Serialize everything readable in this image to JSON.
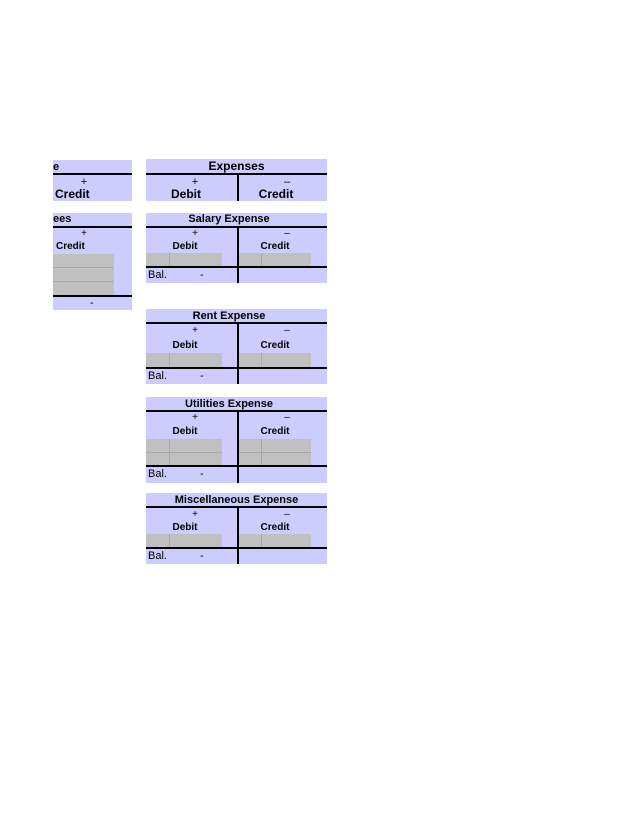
{
  "left_fragment": {
    "header1_fragment": "e",
    "plus": "+",
    "credit1": "Credit",
    "header2_fragment": "ees",
    "plus2": "+",
    "credit2": "Credit",
    "bal_value": "-"
  },
  "expenses": {
    "title": "Expenses",
    "plus": "+",
    "minus": "–",
    "debit": "Debit",
    "credit": "Credit"
  },
  "salary_expense": {
    "title": "Salary Expense",
    "plus": "+",
    "minus": "–",
    "debit": "Debit",
    "credit": "Credit",
    "bal_label": "Bal.",
    "bal_value": "-"
  },
  "rent_expense": {
    "title": "Rent Expense",
    "plus": "+",
    "minus": "–",
    "debit": "Debit",
    "credit": "Credit",
    "bal_label": "Bal.",
    "bal_value": "-"
  },
  "utilities_expense": {
    "title": "Utilities Expense",
    "plus": "+",
    "minus": "–",
    "debit": "Debit",
    "credit": "Credit",
    "bal_label": "Bal.",
    "bal_value": "-"
  },
  "misc_expense": {
    "title": "Miscellaneous Expense",
    "plus": "+",
    "minus": "–",
    "debit": "Debit",
    "credit": "Credit",
    "bal_label": "Bal.",
    "bal_value": "-"
  }
}
